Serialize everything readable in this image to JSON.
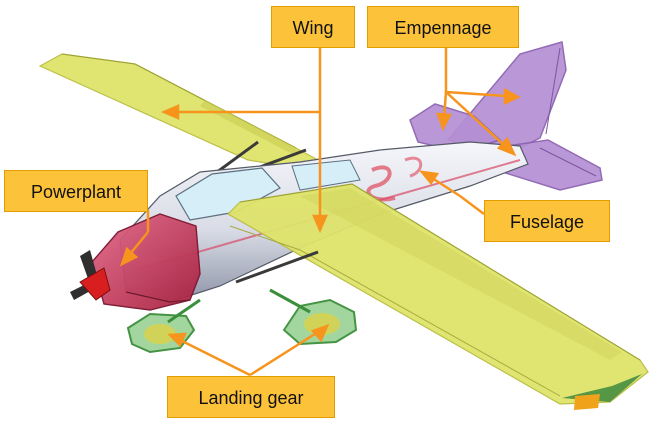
{
  "labels": {
    "wing": "Wing",
    "empennage": "Empennage",
    "powerplant": "Powerplant",
    "fuselage": "Fuselage",
    "landing_gear": "Landing gear"
  },
  "colors": {
    "callout_fill": "#fcc23a",
    "callout_border": "#e39d00",
    "leader_line": "#f7941d",
    "wing_fill": "#dfe36a",
    "empennage_fill": "#b58fd3",
    "powerplant_fill": "#d2436b",
    "landing_gear_fill": "#9fd49a",
    "fuselage_fill": "#e8eaf0",
    "propeller": "#d81e1e"
  }
}
